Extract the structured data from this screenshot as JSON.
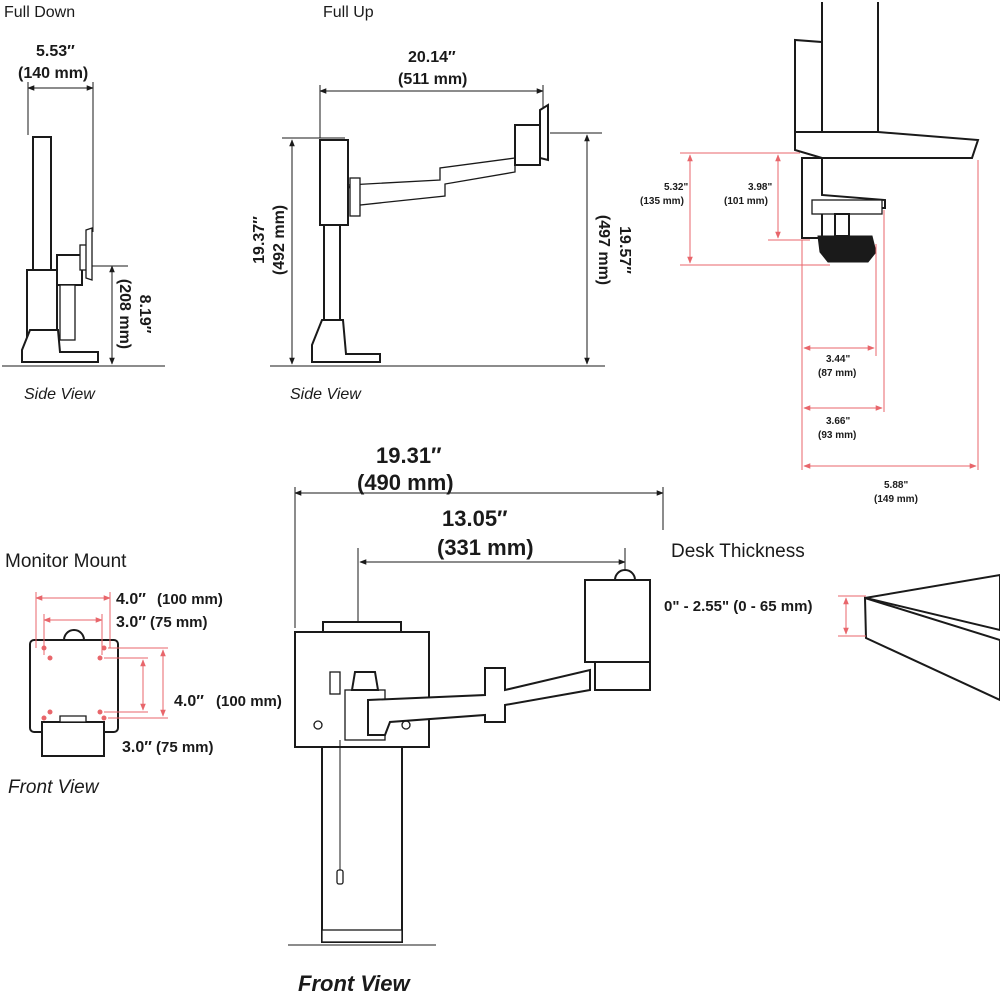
{
  "side_full_down": {
    "title": "Full Down",
    "width_in": "5.53″",
    "width_mm": "(140 mm)",
    "height_in": "8.19″",
    "height_mm": "(208 mm)",
    "caption": "Side View"
  },
  "side_full_up": {
    "title": "Full Up",
    "reach_in": "20.14″",
    "reach_mm": "(511 mm)",
    "left_height_in": "19.37″",
    "left_height_mm": "(492 mm)",
    "right_height_in": "19.57″",
    "right_height_mm": "(497 mm)",
    "caption": "Side View"
  },
  "clamp": {
    "d1_in": "5.32\"",
    "d1_mm": "(135 mm)",
    "d2_in": "3.98\"",
    "d2_mm": "(101 mm)",
    "d3_in": "3.44\"",
    "d3_mm": "(87 mm)",
    "d4_in": "3.66\"",
    "d4_mm": "(93 mm)",
    "d5_in": "5.88\"",
    "d5_mm": "(149 mm)"
  },
  "monitor_mount": {
    "title": "Monitor Mount",
    "top_outer_in": "4.0″",
    "top_outer_mm": "(100 mm)",
    "top_inner_in": "3.0″",
    "top_inner_mm": "(75 mm)",
    "side_outer_in": "4.0″",
    "side_outer_mm": "(100 mm)",
    "side_inner_in": "3.0″",
    "side_inner_mm": "(75 mm)",
    "caption": "Front View"
  },
  "front_view": {
    "total_in": "19.31″",
    "total_mm": "(490 mm)",
    "arm_in": "13.05″",
    "arm_mm": "(331 mm)",
    "caption": "Front View"
  },
  "desk": {
    "title": "Desk Thickness",
    "range": "0\" - 2.55\" (0 - 65 mm)"
  }
}
